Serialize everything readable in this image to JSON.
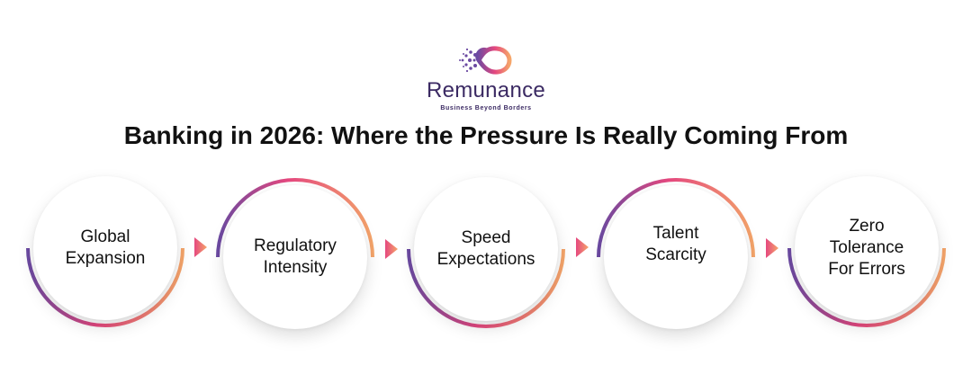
{
  "brand": {
    "name": "Remunance",
    "tagline": "Business Beyond Borders"
  },
  "title": "Banking in 2026: Where the Pressure Is Really Coming From",
  "colors": {
    "ring_start": "#6b4aa2",
    "ring_mid": "#e5487f",
    "ring_end": "#f5a56a",
    "title": "#111111",
    "brand": "#3b2a63"
  },
  "steps": [
    {
      "lines": [
        "Global",
        "Expansion"
      ]
    },
    {
      "lines": [
        "Regulatory",
        "Intensity"
      ]
    },
    {
      "lines": [
        "Speed",
        "Expectations"
      ]
    },
    {
      "lines": [
        "Talent",
        "Scarcity"
      ]
    },
    {
      "lines": [
        "Zero",
        "Tolerance",
        "For Errors"
      ]
    }
  ]
}
